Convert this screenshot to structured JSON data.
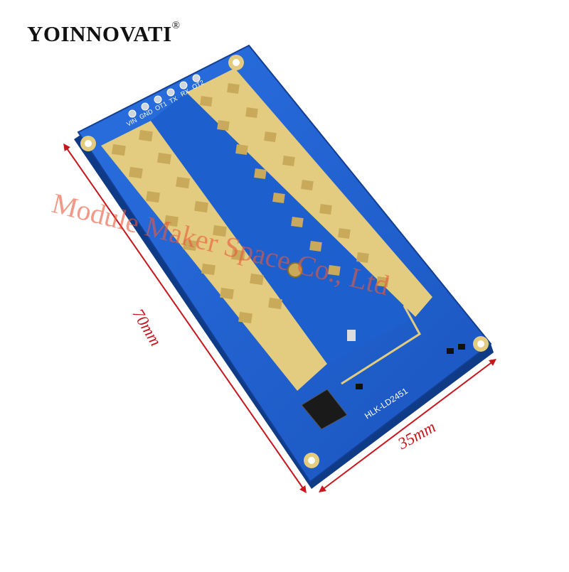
{
  "brand": {
    "name": "YOINNOVATI",
    "mark": "®"
  },
  "watermark": "Module Maker Space Co., Ltd",
  "dimensions": {
    "length": "70mm",
    "width": "35mm"
  },
  "board": {
    "model": "HLK-LD2451",
    "pins": [
      "VIN",
      "GND",
      "OT1",
      "TX",
      "RX",
      "OT2"
    ]
  },
  "colors": {
    "pcb": "#1d5fcc",
    "pcb_edge": "#123f93",
    "copper": "#e2c97a",
    "copper_dark": "#c9a95a",
    "dimension": "#c8161d"
  }
}
